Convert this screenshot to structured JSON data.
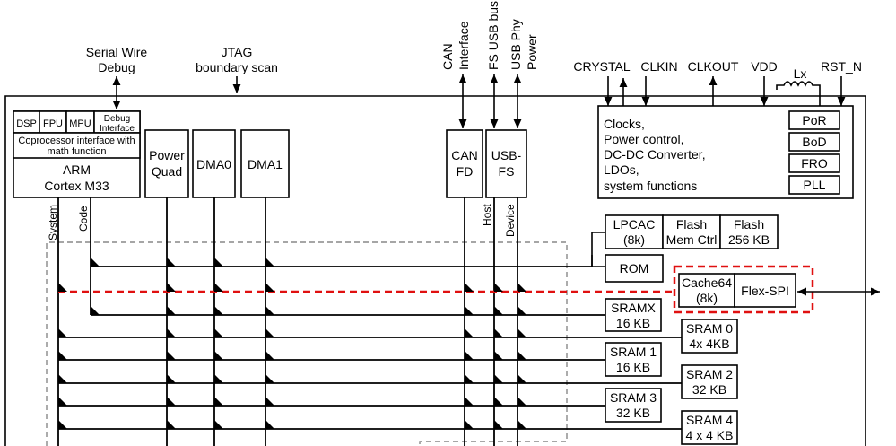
{
  "top_labels": {
    "swd_line1": "Serial Wire",
    "swd_line2": "Debug",
    "jtag_line1": "JTAG",
    "jtag_line2": "boundary scan",
    "can_iface_1": "CAN",
    "can_iface_2": "Interface",
    "fs_usb_bus": "FS USB bus",
    "usb_phy_1": "USB Phy",
    "usb_phy_2": "Power",
    "crystal": "CRYSTAL",
    "clkin": "CLKIN",
    "clkout": "CLKOUT",
    "vdd": "VDD",
    "lx": "Lx",
    "rst_n": "RST_N"
  },
  "core": {
    "dsp": "DSP",
    "fpu": "FPU",
    "mpu": "MPU",
    "debug_1": "Debug",
    "debug_2": "Interface",
    "coproc_1": "Coprocessor interface with",
    "coproc_2": "math function",
    "arm_1": "ARM",
    "arm_2": "Cortex M33",
    "system": "System",
    "code": "Code"
  },
  "masters": {
    "pq_1": "Power",
    "pq_2": "Quad",
    "dma0": "DMA0",
    "dma1": "DMA1",
    "can_1": "CAN",
    "can_2": "FD",
    "usb_1": "USB-",
    "usb_2": "FS",
    "host": "Host",
    "device": "Device"
  },
  "clocks": {
    "text": [
      "Clocks,",
      "Power control,",
      "DC-DC Converter,",
      "LDOs,",
      "system functions"
    ],
    "por": "PoR",
    "bod": "BoD",
    "fro": "FRO",
    "pll": "PLL"
  },
  "slaves": {
    "lpcac_1": "LPCAC",
    "lpcac_2": "(8k)",
    "flashctrl_1": "Flash",
    "flashctrl_2": "Mem Ctrl",
    "flash_1": "Flash",
    "flash_2": "256 KB",
    "rom": "ROM",
    "cache_1": "Cache64",
    "cache_2": "(8k)",
    "flexspi": "Flex-SPI",
    "sramx_1": "SRAMX",
    "sramx_2": "16 KB",
    "sram0_1": "SRAM 0",
    "sram0_2": "4x 4KB",
    "sram1_1": "SRAM 1",
    "sram1_2": "16 KB",
    "sram2_1": "SRAM 2",
    "sram2_2": "32 KB",
    "sram3_1": "SRAM 3",
    "sram3_2": "32 KB",
    "sram4_1": "SRAM 4",
    "sram4_2": "4 x 4 KB"
  },
  "colors": {
    "highlight": "#e01010",
    "matrix_border": "#888888",
    "line": "#000000"
  }
}
